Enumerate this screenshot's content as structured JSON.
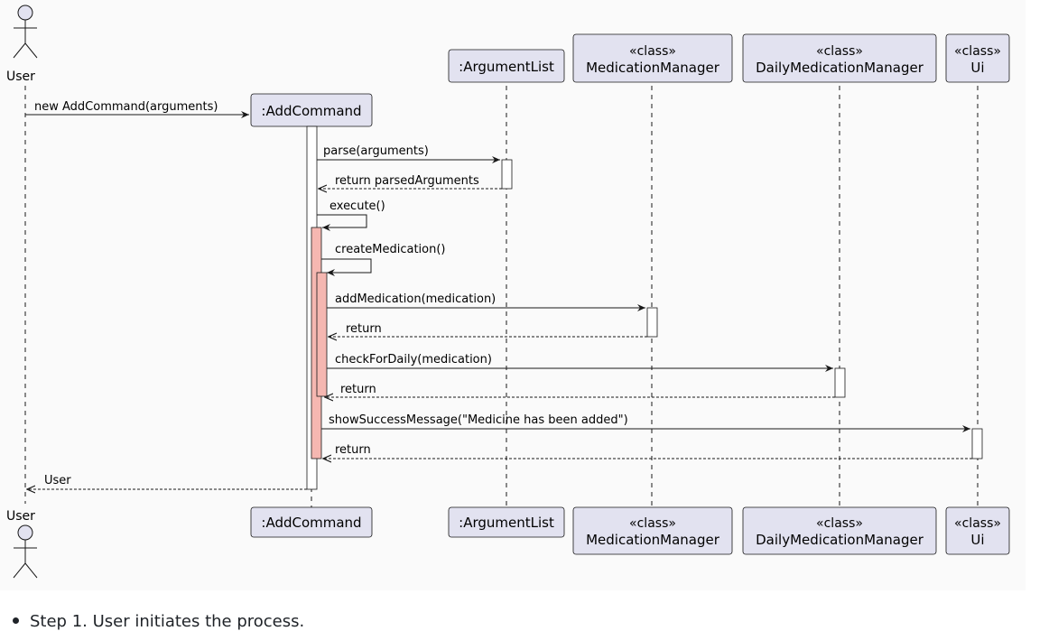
{
  "diagram": {
    "actor": {
      "label": "User"
    },
    "participants": [
      {
        "id": "addcommand",
        "stereotype": "",
        "name": ":AddCommand"
      },
      {
        "id": "argumentlist",
        "stereotype": "",
        "name": ":ArgumentList"
      },
      {
        "id": "medicationmanager",
        "stereotype": "«class»",
        "name": "MedicationManager"
      },
      {
        "id": "dailymedicationmanager",
        "stereotype": "«class»",
        "name": "DailyMedicationManager"
      },
      {
        "id": "ui",
        "stereotype": "«class»",
        "name": "Ui"
      }
    ],
    "messages": [
      {
        "label": "new AddCommand(arguments)"
      },
      {
        "label": "parse(arguments)"
      },
      {
        "label": "return parsedArguments"
      },
      {
        "label": "execute()"
      },
      {
        "label": "createMedication()"
      },
      {
        "label": "addMedication(medication)"
      },
      {
        "label": "return"
      },
      {
        "label": "checkForDaily(medication)"
      },
      {
        "label": "return"
      },
      {
        "label": "showSuccessMessage(\"Medicine has been added\")"
      },
      {
        "label": "return"
      },
      {
        "label": "User"
      }
    ],
    "colors": {
      "participant_fill": "#e2e2f0",
      "participant_border": "#181818",
      "activation_fill": "#ffffff",
      "activation_highlight": "#f5b7b1",
      "lifeline": "#181818"
    }
  },
  "page": {
    "step_text": "Step 1. User initiates the process."
  }
}
